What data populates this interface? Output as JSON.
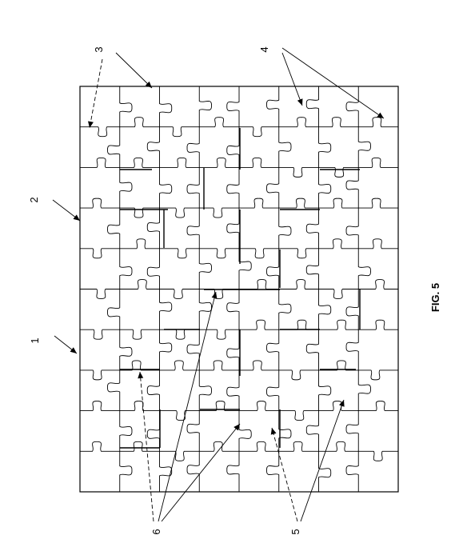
{
  "figure": {
    "caption": "FIG. 5",
    "reference_numerals": [
      {
        "id": "ref-1",
        "text": "1"
      },
      {
        "id": "ref-2",
        "text": "2"
      },
      {
        "id": "ref-3",
        "text": "3"
      },
      {
        "id": "ref-4",
        "text": "4"
      },
      {
        "id": "ref-5",
        "text": "5"
      },
      {
        "id": "ref-6",
        "text": "6"
      }
    ]
  }
}
